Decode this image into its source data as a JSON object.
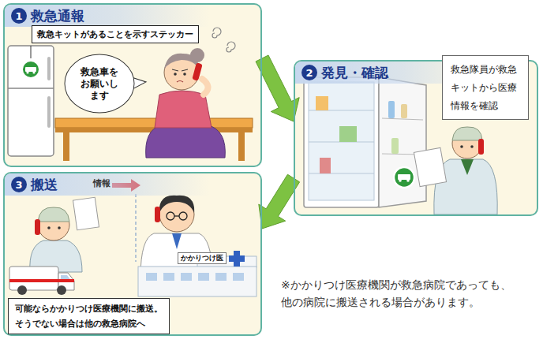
{
  "diagram": {
    "nodes": [
      {
        "text": [
          "1",
          "救急通報"
        ]
      },
      {
        "text": [
          "救急キットがあることを示すステッカー"
        ],
        "in": 0
      },
      {
        "text": [
          "救急車をお願いします"
        ],
        "in": 0
      },
      {
        "text": [
          "2",
          "発見・確認"
        ]
      },
      {
        "text": [
          "救急隊員が救急キットから医療情報を確認"
        ],
        "in": 3
      },
      {
        "text": [
          "3",
          "搬送"
        ]
      },
      {
        "text": [
          "可能ならかかりつけ医療機関に搬送。",
          "そうでない場合は他の救急病院へ"
        ],
        "in": 5
      },
      {
        "text": [
          "かかりつけ医"
        ],
        "in": 5
      }
    ],
    "edges": [
      {
        "from": 0,
        "to": 3,
        "arrow": "to"
      },
      {
        "from": 3,
        "to": 5,
        "arrow": "to"
      }
    ],
    "labels": [
      "情報",
      "※かかりつけ医療機関が救急病院であっても、他の病院に搬送される場合があります。"
    ]
  }
}
